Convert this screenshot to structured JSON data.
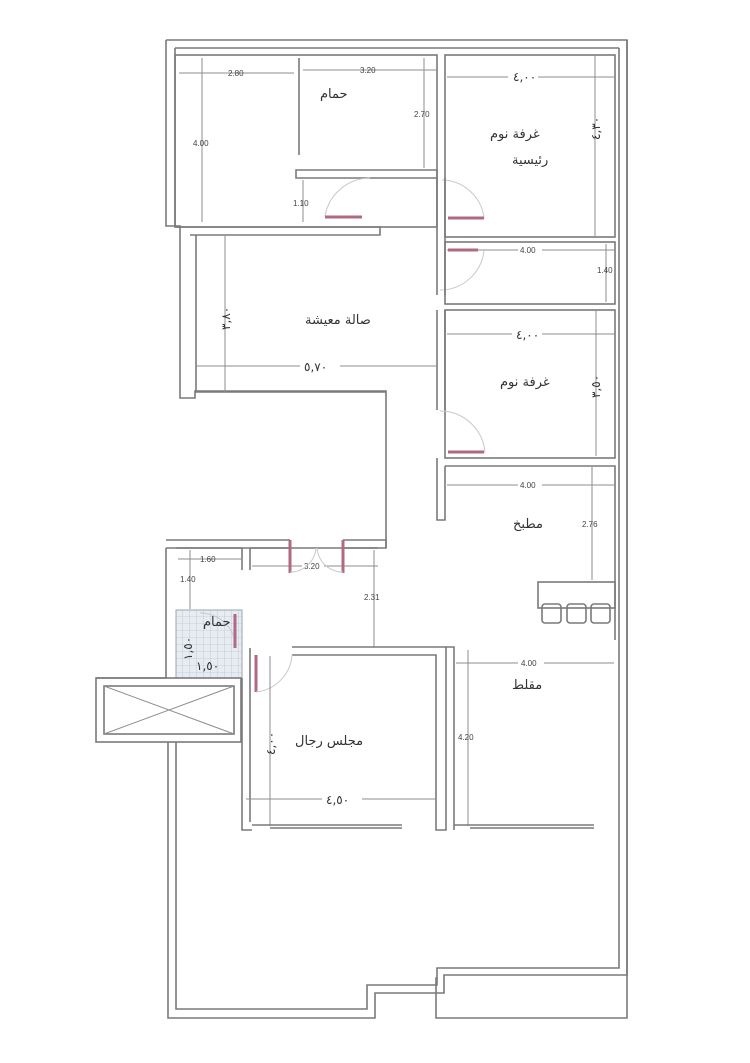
{
  "plan": {
    "rooms": {
      "bathroom_top": {
        "label": "حمام",
        "width": "3.20",
        "height": "2.70"
      },
      "corridor_top": {
        "width": "2.80",
        "height": "4.00",
        "door_gap": "1.10"
      },
      "master_bedroom": {
        "label_line1": "غرفة نوم",
        "label_line2": "رئيسية",
        "width": "٤,٠٠",
        "height": "٤,٣٠"
      },
      "closet": {
        "width": "4.00",
        "height": "1.40"
      },
      "living_hall": {
        "label": "صالة معيشة",
        "width": "٥,٧٠",
        "height": "٣,٨٠"
      },
      "bedroom": {
        "label": "غرفة نوم",
        "width": "٤,٠٠",
        "height": "٣,٥٠"
      },
      "kitchen": {
        "label": "مطبخ",
        "width": "4.00",
        "height": "2.76"
      },
      "entrance": {
        "width": "3.20",
        "depth": "2.31"
      },
      "small_storage": {
        "width": "1.60",
        "height": "1.40"
      },
      "bathroom_small": {
        "label": "حمام",
        "width": "١,٥٠",
        "height": "١,٥٠"
      },
      "men_majlis": {
        "label": "مجلس رجال",
        "width": "٤,٥٠",
        "height": "٤,٠٠"
      },
      "maqlat": {
        "label": "مقلط",
        "width": "4.00",
        "height": "4.20"
      }
    }
  }
}
